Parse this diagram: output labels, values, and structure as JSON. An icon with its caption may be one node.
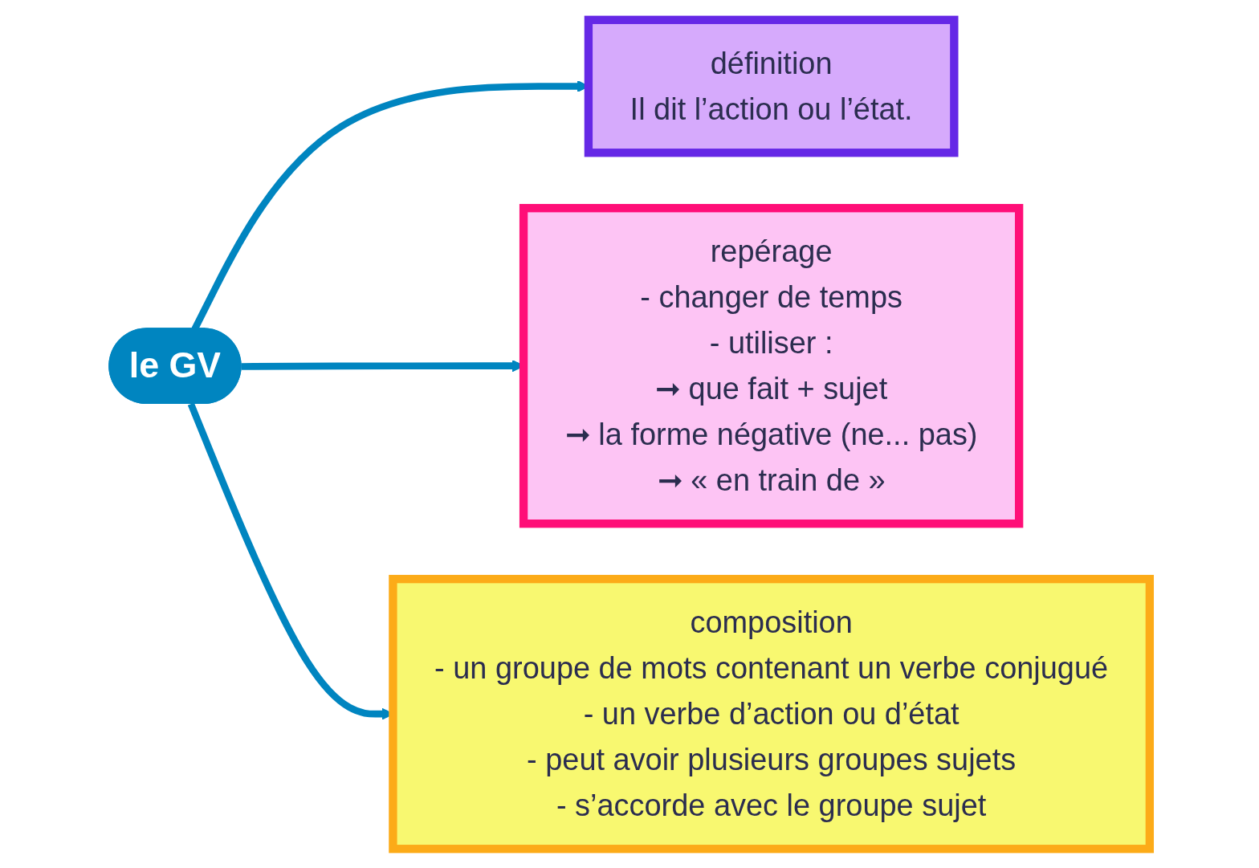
{
  "diagram": {
    "nodes": [
      {
        "text": [
          "le GV"
        ]
      },
      {
        "text": [
          "définition",
          "Il dit l’action ou l’état."
        ]
      },
      {
        "text": [
          "repérage",
          "- changer de temps",
          "- utiliser :",
          "➞ que fait + sujet",
          "➞ la forme négative (ne... pas)",
          "➞ « en train de »"
        ]
      },
      {
        "text": [
          "composition",
          "- un groupe de mots contenant un verbe conjugué",
          "- un verbe d’action ou d’état",
          "- peut avoir plusieurs groupes sujets",
          "- s’accorde avec le groupe sujet"
        ]
      }
    ],
    "edges": [
      {
        "from": 0,
        "to": 1,
        "arrow": "to"
      },
      {
        "from": 0,
        "to": 2,
        "arrow": "to"
      },
      {
        "from": 0,
        "to": 3,
        "arrow": "to"
      }
    ]
  }
}
